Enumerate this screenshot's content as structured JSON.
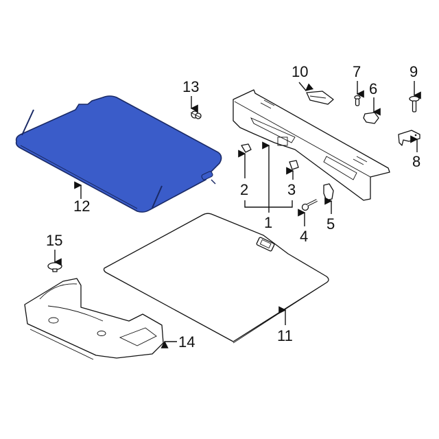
{
  "diagram": {
    "title": "Rear trunk trim exploded parts diagram",
    "accent_color": "#3a5cc9",
    "callouts": [
      {
        "id": "1",
        "label": "1",
        "part": "rear-sill-trim-panel"
      },
      {
        "id": "2",
        "label": "2",
        "part": "retainer-clip-left"
      },
      {
        "id": "3",
        "label": "3",
        "part": "retainer-clip-right"
      },
      {
        "id": "4",
        "label": "4",
        "part": "bolt"
      },
      {
        "id": "5",
        "label": "5",
        "part": "bracket-clip"
      },
      {
        "id": "6",
        "label": "6",
        "part": "clip"
      },
      {
        "id": "7",
        "label": "7",
        "part": "screw"
      },
      {
        "id": "8",
        "label": "8",
        "part": "bracket"
      },
      {
        "id": "9",
        "label": "9",
        "part": "flange-bolt"
      },
      {
        "id": "10",
        "label": "10",
        "part": "striker-cover"
      },
      {
        "id": "11",
        "label": "11",
        "part": "load-floor-panel"
      },
      {
        "id": "12",
        "label": "12",
        "part": "cargo-cover-highlighted"
      },
      {
        "id": "13",
        "label": "13",
        "part": "push-pin-retainer"
      },
      {
        "id": "14",
        "label": "14",
        "part": "spare-tire-storage-tray"
      },
      {
        "id": "15",
        "label": "15",
        "part": "retainer-cap"
      }
    ]
  }
}
